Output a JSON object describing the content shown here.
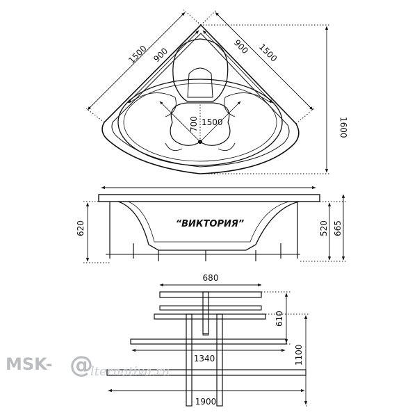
{
  "top_view": {
    "side_left": "1500",
    "side_right": "1500",
    "inner_left": "900",
    "inner_right": "900",
    "seat_depth": "700",
    "seat_width": "1500",
    "height": "1600"
  },
  "side_view": {
    "model_name": "“ВИКТОРИЯ”",
    "total_height": "620",
    "height_a": "520",
    "height_b": "665"
  },
  "frame_view": {
    "top_width": "680",
    "middle_width": "1340",
    "bottom_width": "1900",
    "depth_a": "610",
    "depth_b": "1100"
  },
  "watermark": {
    "brand": "MSK-",
    "mark": "@",
    "tail": "lternativa.ru"
  },
  "colors": {
    "ink": "#111111",
    "watermark": "#b9bdc1"
  }
}
